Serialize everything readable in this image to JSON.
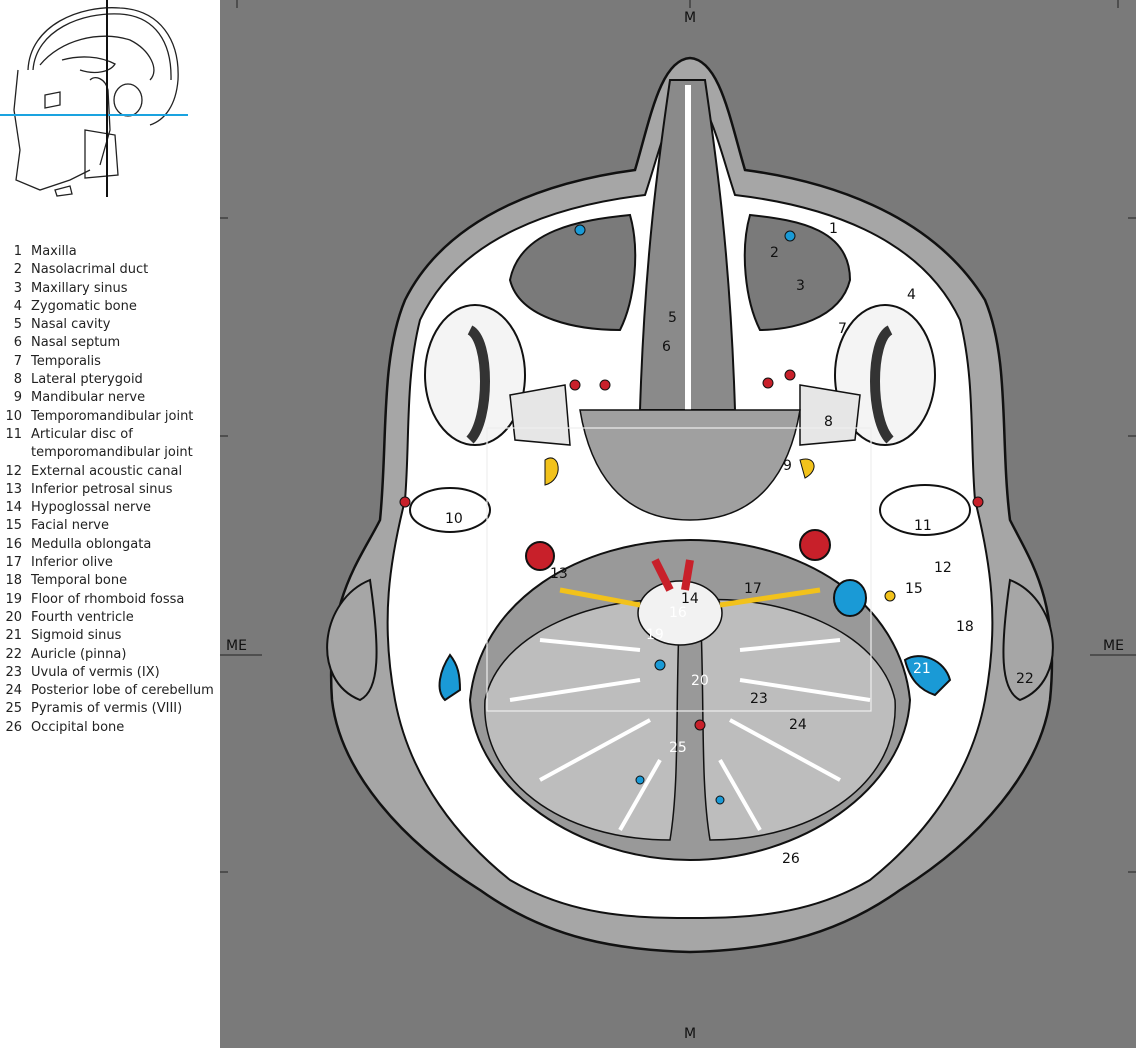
{
  "legend": [
    {
      "num": "1",
      "label": "Maxilla"
    },
    {
      "num": "2",
      "label": "Nasolacrimal duct"
    },
    {
      "num": "3",
      "label": "Maxillary sinus"
    },
    {
      "num": "4",
      "label": "Zygomatic bone"
    },
    {
      "num": "5",
      "label": "Nasal cavity"
    },
    {
      "num": "6",
      "label": "Nasal septum"
    },
    {
      "num": "7",
      "label": "Temporalis"
    },
    {
      "num": "8",
      "label": "Lateral pterygoid"
    },
    {
      "num": "9",
      "label": "Mandibular nerve"
    },
    {
      "num": "10",
      "label": "Temporomandibular joint"
    },
    {
      "num": "11",
      "label": "Articular disc of temporomandibular joint"
    },
    {
      "num": "12",
      "label": "External acoustic canal"
    },
    {
      "num": "13",
      "label": "Inferior petrosal sinus"
    },
    {
      "num": "14",
      "label": "Hypoglossal nerve"
    },
    {
      "num": "15",
      "label": "Facial nerve"
    },
    {
      "num": "16",
      "label": "Medulla oblongata"
    },
    {
      "num": "17",
      "label": "Inferior olive"
    },
    {
      "num": "18",
      "label": "Temporal bone"
    },
    {
      "num": "19",
      "label": "Floor of rhomboid fossa"
    },
    {
      "num": "20",
      "label": "Fourth ventricle"
    },
    {
      "num": "21",
      "label": "Sigmoid sinus"
    },
    {
      "num": "22",
      "label": "Auricle (pinna)"
    },
    {
      "num": "23",
      "label": "Uvula of vermis (IX)"
    },
    {
      "num": "24",
      "label": "Posterior lobe of cerebellum"
    },
    {
      "num": "25",
      "label": "Pyramis of vermis (VIII)"
    },
    {
      "num": "26",
      "label": "Occipital bone"
    }
  ],
  "axis_labels": {
    "top": "M",
    "bottom": "M",
    "left": "ME",
    "right": "ME"
  },
  "colors": {
    "background": "#7a7a7a",
    "bone": "#ffffff",
    "soft_tissue": "#a8a8a8",
    "artery": "#c8202a",
    "vein": "#1a9ad6",
    "nerve": "#f2c21b",
    "section_line": "#1aa3e0"
  }
}
